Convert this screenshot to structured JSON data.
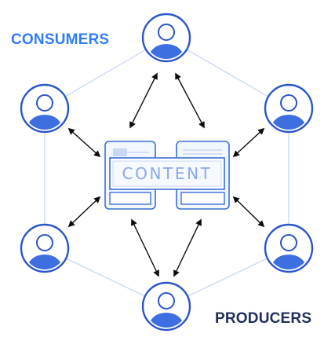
{
  "labels": {
    "consumers": "CONSUMERS",
    "producers": "PRODUCERS",
    "content": "CONTENT"
  },
  "colors": {
    "consumers_label": "#2f7df6",
    "producers_label": "#1f2e5c",
    "person_fill": "#3d6fe0",
    "person_outline": "#2a55c8",
    "frame_border": "#3a6fd8",
    "frame_fill": "#f2f6ff",
    "connector_line": "#c9d6f4",
    "arrow": "#0b0b0b",
    "content_text": "#8aa9ec"
  },
  "nodes": [
    {
      "id": "top",
      "icon": "person-icon"
    },
    {
      "id": "upper-left",
      "icon": "person-icon"
    },
    {
      "id": "upper-right",
      "icon": "person-icon"
    },
    {
      "id": "lower-left",
      "icon": "person-icon"
    },
    {
      "id": "lower-right",
      "icon": "person-icon"
    },
    {
      "id": "bottom",
      "icon": "person-icon"
    }
  ],
  "arrows": [
    {
      "from": "top",
      "to": "content",
      "style": "double-headed"
    },
    {
      "from": "top",
      "to": "content",
      "style": "double-headed"
    },
    {
      "from": "upper-left",
      "to": "content",
      "style": "double-headed"
    },
    {
      "from": "upper-right",
      "to": "content",
      "style": "double-headed"
    },
    {
      "from": "lower-left",
      "to": "content",
      "style": "double-headed"
    },
    {
      "from": "lower-right",
      "to": "content",
      "style": "double-headed"
    },
    {
      "from": "bottom",
      "to": "content",
      "style": "double-headed"
    },
    {
      "from": "bottom",
      "to": "content",
      "style": "double-headed"
    }
  ]
}
